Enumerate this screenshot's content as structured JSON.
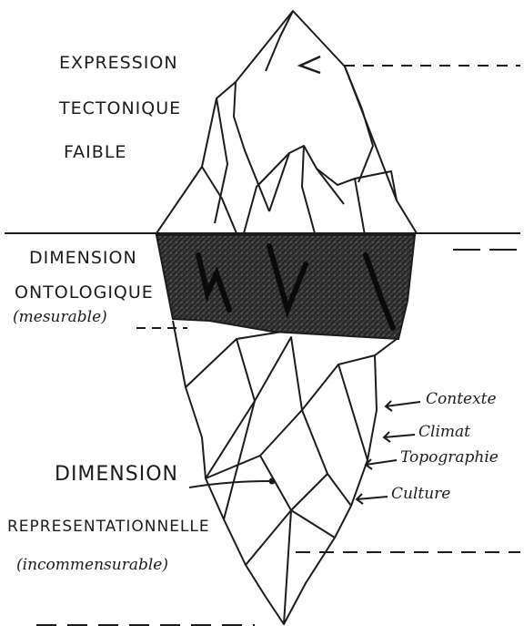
{
  "diagram": {
    "top_zone": {
      "lines": [
        "EXPRESSION",
        "TECTONIQUE",
        "FAIBLE"
      ]
    },
    "middle_zone": {
      "lines": [
        "DIMENSION",
        "ONTOLOGIQUE",
        "(mesurable)"
      ]
    },
    "bottom_zone": {
      "lines": [
        "DIMENSION",
        "REPRESENTATIONNELLE",
        "(incommensurable)"
      ]
    },
    "factors": [
      "Contexte",
      "Climat",
      "Topographie",
      "Culture"
    ],
    "colors": {
      "ink": "#1c1c1c",
      "shaded_band": "#3a3a3a",
      "paper": "#ffffff"
    }
  }
}
